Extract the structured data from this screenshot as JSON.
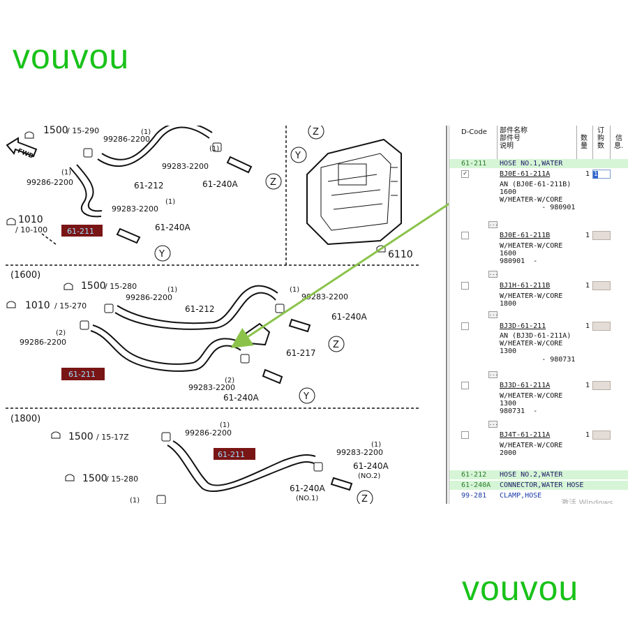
{
  "watermark": {
    "text": "vouvou"
  },
  "diagram": {
    "sec1": {
      "ref_1500": "1500",
      "ref_1500_page": "/ 15-290",
      "qty_a": "(1)",
      "clamp_99286_a": "99286-2200",
      "qty_b": "(1)",
      "clamp_99283_a": "99283-2200",
      "hose_61212": "61-212",
      "conn_61240a_top": "61-240A",
      "fwd": "FWD",
      "qty_c": "(1)",
      "clamp_99286_b": "99286-2200",
      "qty_d": "(1)",
      "clamp_99283_b": "99283-2200",
      "ref_1010": "1010",
      "ref_1010_page": "/ 10-100",
      "hose_61211": "61-211",
      "conn_61240a": "61-240A",
      "y_a": "Y",
      "z_a": "Z"
    },
    "heater": {
      "z": "Z",
      "y": "Y",
      "ref_6110": "6110"
    },
    "sec2": {
      "title": "(1600)",
      "ref_1500": "1500",
      "ref_1500_page": "/ 15-280",
      "qty_a": "(1)",
      "clamp_99286_a": "99286-2200",
      "ref_1010": "1010",
      "ref_1010_page": "/ 15-270",
      "hose_61212": "61-212",
      "qty_b": "(1)",
      "clamp_99283_a": "99283-2200",
      "conn_61240a_a": "61-240A",
      "qty_c": "(2)",
      "clamp_99286_b": "99286-2200",
      "valve_61217": "61-217",
      "z": "Z",
      "hose_61211": "61-211",
      "qty_d": "(2)",
      "clamp_99283_b": "99283-2200",
      "conn_61240a_b": "61-240A",
      "y": "Y"
    },
    "sec3": {
      "title": "(1800)",
      "ref_1500_a": "1500",
      "ref_1500_a_page": "/ 15-17Z",
      "qty_a": "(1)",
      "clamp_99286": "99286-2200",
      "hose_61211": "61-211",
      "qty_b": "(1)",
      "clamp_99283": "99283-2200",
      "conn_61240a_no2": "61-240A",
      "no2": "(NO.2)",
      "ref_1500_b": "1500",
      "ref_1500_b_page": "/ 15-280",
      "qty_c": "(1)",
      "conn_61240a_no1": "61-240A",
      "no1": "(NO.1)",
      "z": "Z"
    }
  },
  "parts_panel": {
    "headers": {
      "dcode": "D-Code",
      "partno": [
        "部件名称",
        "部件号",
        "说明"
      ],
      "qty": [
        "数",
        "量"
      ],
      "order": [
        "订",
        "购",
        "数"
      ],
      "info": [
        "信",
        "息."
      ]
    },
    "groups_top": [
      {
        "code": "61-211",
        "desc": "HOSE NO.1,WATER"
      }
    ],
    "items": [
      {
        "part": "BJ0E-61-211A",
        "lines": [
          "AN (BJ0E-61-211B)",
          "1600",
          "W/HEATER-W/CORE",
          "          - 980901"
        ],
        "qty": "1",
        "order": "1",
        "checked": true,
        "selected": true
      },
      {
        "part": "BJ0E-61-211B",
        "lines": [
          "W/HEATER-W/CORE",
          "1600",
          "980901  -"
        ],
        "qty": "1",
        "order": "",
        "checked": false,
        "selected": false
      },
      {
        "part": "BJ1H-61-211B",
        "lines": [
          "W/HEATER-W/CORE",
          "1800"
        ],
        "qty": "1",
        "order": "",
        "checked": false,
        "selected": false
      },
      {
        "part": "BJ3D-61-211",
        "lines": [
          "AN (BJ3D-61-211A)",
          "W/HEATER-W/CORE",
          "1300",
          "          - 980731"
        ],
        "qty": "1",
        "order": "",
        "checked": false,
        "selected": false
      },
      {
        "part": "BJ3D-61-211A",
        "lines": [
          "W/HEATER-W/CORE",
          "1300",
          "980731  -"
        ],
        "qty": "1",
        "order": "",
        "checked": false,
        "selected": false
      },
      {
        "part": "BJ4T-61-211A",
        "lines": [
          "W/HEATER-W/CORE",
          "2000"
        ],
        "qty": "1",
        "order": "",
        "checked": false,
        "selected": false
      }
    ],
    "groups_bottom": [
      {
        "code": "61-212",
        "desc": "HOSE NO.2,WATER"
      },
      {
        "code": "61-240A",
        "desc": "CONNECTOR,WATER HOSE"
      },
      {
        "code": "99-281",
        "desc": "CLAMP,HOSE"
      }
    ],
    "activate_text": "激活 Windows",
    "checkmark": "✓",
    "expander": "..."
  },
  "colors": {
    "watermark": "#19c219",
    "highlight": "#7a1515",
    "arrow": "#8bc34a",
    "group_row": "#d6f5d6"
  }
}
